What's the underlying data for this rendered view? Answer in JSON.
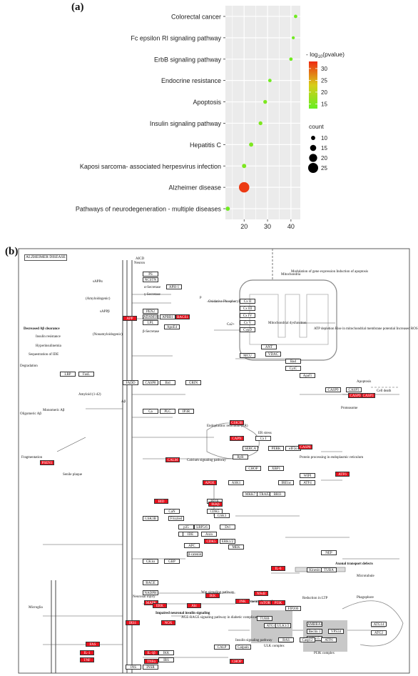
{
  "panel_labels": [
    "(a)",
    "(b)"
  ],
  "chart_data": {
    "type": "scatter",
    "categories": [
      "Pathways of neurodegeneration -  multiple diseases",
      "Alzheimer disease",
      "Kaposi sarcoma- associated herpesvirus infection",
      "Hepatitis C",
      "Insulin signaling pathway",
      "Apoptosis",
      "Endocrine resistance",
      "ErbB signaling pathway",
      "Fc epsilon RI signaling pathway",
      "Colorectal cancer"
    ],
    "points": [
      {
        "term": "Pathways of neurodegeneration -  multiple diseases",
        "x": 13,
        "neglog10p": 14,
        "count": 10
      },
      {
        "term": "Alzheimer disease",
        "x": 20,
        "neglog10p": 32,
        "count": 26
      },
      {
        "term": "Kaposi sarcoma- associated herpesvirus infection",
        "x": 20,
        "neglog10p": 15,
        "count": 10
      },
      {
        "term": "Hepatitis C",
        "x": 23,
        "neglog10p": 15,
        "count": 10
      },
      {
        "term": "Insulin signaling pathway",
        "x": 27,
        "neglog10p": 15,
        "count": 9
      },
      {
        "term": "Apoptosis",
        "x": 29,
        "neglog10p": 15,
        "count": 9
      },
      {
        "term": "Endocrine resistance",
        "x": 31,
        "neglog10p": 14,
        "count": 8
      },
      {
        "term": "ErbB signaling pathway",
        "x": 40,
        "neglog10p": 14,
        "count": 8
      },
      {
        "term": "Fc epsilon RI signaling pathway",
        "x": 41,
        "neglog10p": 14,
        "count": 7
      },
      {
        "term": "Colorectal cancer",
        "x": 42,
        "neglog10p": 14,
        "count": 8
      }
    ],
    "x_ticks": [
      "20",
      "30",
      "40"
    ],
    "xlim": [
      12,
      44
    ],
    "colorbar": {
      "title_prefix": "- log",
      "title_sub": "10",
      "title_suffix": "(pvalue)",
      "ticks": [
        "30",
        "25",
        "20",
        "15"
      ],
      "range": [
        13,
        33
      ],
      "low_color": "#66ee22",
      "mid_color": "#d8cc18",
      "high_color": "#ee2a12"
    },
    "size_legend": {
      "title": "count",
      "values": [
        "10",
        "15",
        "20",
        "25"
      ]
    },
    "grid": true
  },
  "pathway": {
    "title": "ALZHEIMER DISEASE",
    "region_labels": [
      "Neuron",
      "Mitochondria",
      "Microglia",
      "Phagophore",
      "Microtubule"
    ],
    "side_labels": [
      "Decreased Aβ clearance",
      "Insulin resistance",
      "Hyperinsulinemia",
      "Sequestration of IDE",
      "Degradation",
      "Oligomeric Aβ",
      "Fragmentation",
      "Senile plaque",
      "Cell death",
      "Apoptosis",
      "Proteasome",
      "Axonal transport defects",
      "Impairment of autophagy",
      "Neuronal injury",
      "Reduction in LTP",
      "Impaired neuronal insulin signaling",
      "Insulin signaling pathway",
      "Wnt signaling pathway",
      "Calcium signaling pathway",
      "AGE-RAGE signaling pathway in diabetic complications",
      "Modulation of gene expression  Induction of apoptosis",
      "Oxidative Phosphorylation",
      "Mitochondrial dysfunction",
      "ATP depletion  Rise in mitochondrial  membrane potential  Increased ROS",
      "ER stress",
      "Protein processing in endoplasmic reticulum",
      "Endoplasmic reticulum (ER)",
      "ULK complex",
      "PI3K complex"
    ],
    "red_boxes": [
      "APP",
      "BACE1",
      "CASP3",
      "CASP9",
      "CALM",
      "IL-1",
      "TNF",
      "IL-1β",
      "TNFα",
      "GSK3B",
      "CDK5",
      "JNK",
      "IKK",
      "NFκB",
      "IRS1",
      "MAPK",
      "PSEN1",
      "CAPN",
      "ERK",
      "APOE",
      "BID",
      "CASP8",
      "ATF6",
      "IL-6",
      "mTOR",
      "PI3K",
      "IKKβ",
      "CHOP",
      "NOX",
      "FAS",
      "Akt"
    ],
    "white_boxes": [
      "PS",
      "NCSTN",
      "APH-1",
      "PEN2",
      "ADAM10",
      "APBB1",
      "LPL",
      "ApoE4",
      "LRP",
      "FasL",
      "FADD",
      "CASP8",
      "Bid",
      "GRIN",
      "Ca",
      "PLC",
      "IP3R",
      "RyR",
      "SERCA",
      "Cx I",
      "Cx II",
      "Cx III",
      "Cx IV",
      "Cx V",
      "CypD",
      "ANT",
      "VDAC",
      "MCU",
      "CytC",
      "Apaf1",
      "CASP9",
      "CASP3",
      "Bad",
      "CaN",
      "GSK3B",
      "Frizzled",
      "LRP5/6",
      "Dvl",
      "Axin",
      "APC",
      "β-catenin",
      "CK1α",
      "GBP",
      "RAGE",
      "NADPH",
      "INS",
      "INSR",
      "IRS",
      "IKK",
      "PP2B",
      "CDK5",
      "p35",
      "p25",
      "IDE",
      "NEP",
      "Kinesin",
      "TUBA",
      "TUBB",
      "ATG13",
      "ULK1/2",
      "FIP200",
      "AMBRA1",
      "Beclin 1",
      "VPS15",
      "VPS34",
      "ATG14",
      "ATG2",
      "WIPI",
      "ATF4",
      "eIF2α",
      "PERK",
      "IRE1α",
      "XBP1",
      "CHOP",
      "ASK1",
      "MKK7",
      "TRAF2",
      "BRI3",
      "GSK3",
      "ERK1/2",
      "MEK",
      "RAS",
      "Casp12",
      "ATF6",
      "CALP",
      "Calpain"
    ],
    "legend_notes": [
      "Monomeric Aβ",
      "Amyloid (1-42)",
      "Aβ",
      "sAPPα",
      "sAPPβ",
      "AICD",
      "γ-Secretase",
      "α-Secretase",
      "β-Secretase",
      "(Amyloidogenic)",
      "(Nonamyloidogenic)",
      "p",
      "Ca2+"
    ]
  }
}
